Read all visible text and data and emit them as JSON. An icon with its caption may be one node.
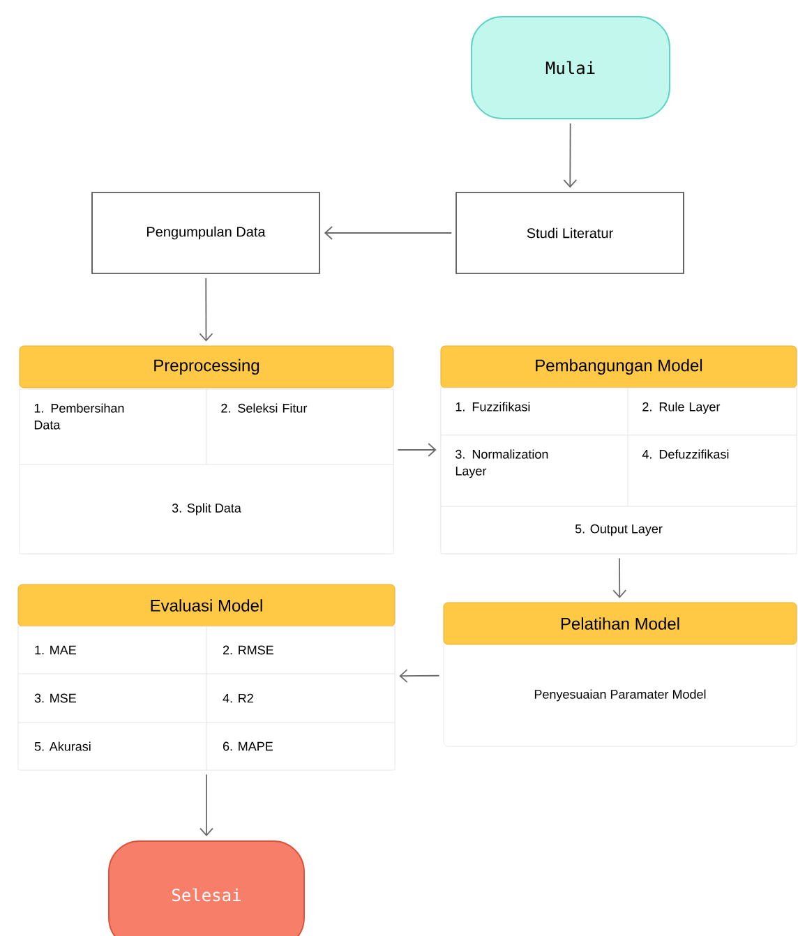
{
  "diagram": {
    "nodes": [
      {
        "text": [
          "Mulai"
        ]
      },
      {
        "text": [
          "Studi Literatur"
        ]
      },
      {
        "text": [
          "Pengumpulan Data"
        ]
      },
      {
        "text": [
          "Preprocessing"
        ]
      },
      {
        "text": [
          "1. Pembersihan Data"
        ],
        "in": 3
      },
      {
        "text": [
          "2. Seleksi Fitur"
        ],
        "in": 3
      },
      {
        "text": [
          "3. Split Data"
        ],
        "in": 3
      },
      {
        "text": [
          "Pembangungan Model"
        ]
      },
      {
        "text": [
          "1. Fuzzifikasi"
        ],
        "in": 7
      },
      {
        "text": [
          "2. Rule Layer"
        ],
        "in": 7
      },
      {
        "text": [
          "3. Normalization Layer"
        ],
        "in": 7
      },
      {
        "text": [
          "4. Defuzzifikasi"
        ],
        "in": 7
      },
      {
        "text": [
          "5. Output Layer"
        ],
        "in": 7
      },
      {
        "text": [
          "Pelatihan Model",
          "Penyesuaian Paramater Model"
        ]
      },
      {
        "text": [
          "Evaluasi Model"
        ]
      },
      {
        "text": [
          "1. MAE"
        ],
        "in": 14
      },
      {
        "text": [
          "2. RMSE"
        ],
        "in": 14
      },
      {
        "text": [
          "3. MSE"
        ],
        "in": 14
      },
      {
        "text": [
          "4. R2"
        ],
        "in": 14
      },
      {
        "text": [
          "5. Akurasi"
        ],
        "in": 14
      },
      {
        "text": [
          "6. MAPE"
        ],
        "in": 14
      },
      {
        "text": [
          "Selesai"
        ]
      }
    ],
    "edges": [
      {
        "from": 0,
        "to": 1,
        "arrow": "to"
      },
      {
        "from": 1,
        "to": 2,
        "arrow": "to"
      },
      {
        "from": 2,
        "to": 3,
        "arrow": "to"
      },
      {
        "from": 3,
        "to": 7,
        "arrow": "to"
      },
      {
        "from": 7,
        "to": 13,
        "arrow": "to"
      },
      {
        "from": 13,
        "to": 14,
        "arrow": "to"
      },
      {
        "from": 14,
        "to": 21,
        "arrow": "to"
      }
    ]
  }
}
